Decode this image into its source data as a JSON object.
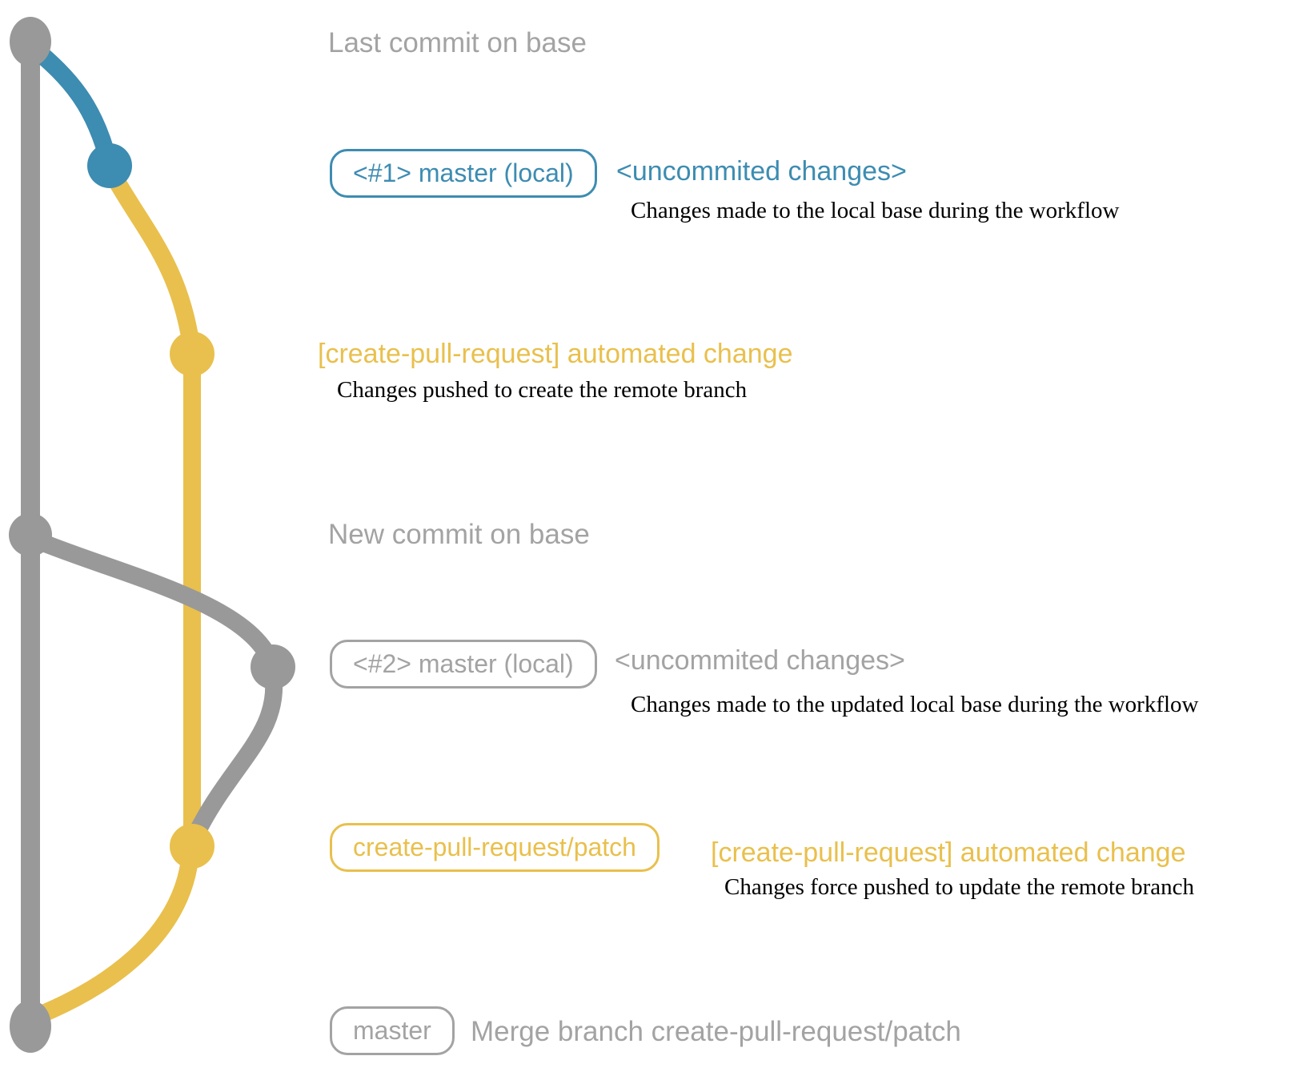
{
  "colors": {
    "gray": "#999999",
    "gray_text": "#a3a3a3",
    "blue": "#3d8cb1",
    "yellow": "#e9c04d",
    "ink": "#000000"
  },
  "graph": {
    "description": "git commit graph of the create-pull-request workflow",
    "commits": [
      {
        "id": "base-1",
        "branch": "base (master)",
        "color": "gray"
      },
      {
        "id": "local-1",
        "branch": "master (local)",
        "color": "blue"
      },
      {
        "id": "patch-1",
        "branch": "create-pull-request/patch",
        "color": "yellow"
      },
      {
        "id": "base-2",
        "branch": "base (master)",
        "color": "gray"
      },
      {
        "id": "local-2",
        "branch": "master (local)",
        "color": "gray"
      },
      {
        "id": "patch-2",
        "branch": "create-pull-request/patch",
        "color": "yellow"
      },
      {
        "id": "merge",
        "branch": "base (master)",
        "color": "gray"
      }
    ]
  },
  "sections": {
    "last_commit": {
      "label": "Last commit on base"
    },
    "local1": {
      "badge": "<#1> master (local)",
      "note": "<uncommited changes>",
      "caption": "Changes made to the local base during the workflow"
    },
    "push1": {
      "label": "[create-pull-request] automated change",
      "caption": "Changes pushed to create the remote branch"
    },
    "new_commit": {
      "label": "New commit on base"
    },
    "local2": {
      "badge": "<#2> master (local)",
      "note": "<uncommited changes>",
      "caption": "Changes made to the updated local base during the workflow"
    },
    "push2": {
      "badge": "create-pull-request/patch",
      "label": "[create-pull-request] automated change",
      "caption": "Changes force pushed to update the remote branch"
    },
    "merge": {
      "badge": "master",
      "label": "Merge branch create-pull-request/patch"
    }
  }
}
